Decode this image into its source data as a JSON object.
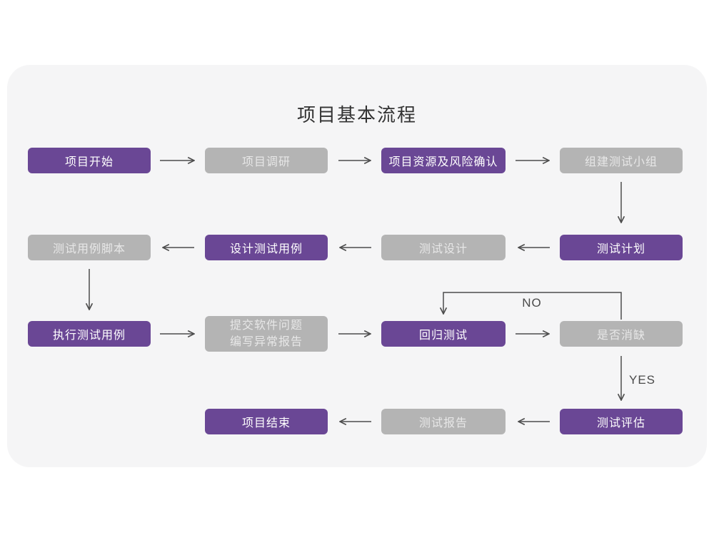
{
  "title": "项目基本流程",
  "colors": {
    "node_purple": "#6a4795",
    "node_gray": "#b4b4b4",
    "node_purple_text": "#ffffff",
    "node_gray_text": "#e7e7e7",
    "card_background": "#f5f5f6",
    "page_background": "#ffffff",
    "arrow": "#4d4d4d",
    "title_text": "#333333"
  },
  "nodes": [
    {
      "label": "项目开始",
      "type": "purple"
    },
    {
      "label": "项目调研",
      "type": "gray"
    },
    {
      "label": "项目资源及风险确认",
      "type": "purple"
    },
    {
      "label": "组建测试小组",
      "type": "gray"
    },
    {
      "label": "测试计划",
      "type": "purple"
    },
    {
      "label": "测试设计",
      "type": "gray"
    },
    {
      "label": "设计测试用例",
      "type": "purple"
    },
    {
      "label": "测试用例脚本",
      "type": "gray"
    },
    {
      "label": "执行测试用例",
      "type": "purple"
    },
    {
      "label": "提交软件问题\n编写异常报告",
      "type": "gray"
    },
    {
      "label": "回归测试",
      "type": "purple"
    },
    {
      "label": "是否消缺",
      "type": "gray"
    },
    {
      "label": "测试评估",
      "type": "purple"
    },
    {
      "label": "测试报告",
      "type": "gray"
    },
    {
      "label": "项目结束",
      "type": "purple"
    }
  ],
  "edge_labels": {
    "no": "NO",
    "yes": "YES"
  },
  "edges": [
    {
      "from": "项目开始",
      "to": "项目调研"
    },
    {
      "from": "项目调研",
      "to": "项目资源及风险确认"
    },
    {
      "from": "项目资源及风险确认",
      "to": "组建测试小组"
    },
    {
      "from": "组建测试小组",
      "to": "测试计划"
    },
    {
      "from": "测试计划",
      "to": "测试设计"
    },
    {
      "from": "测试设计",
      "to": "设计测试用例"
    },
    {
      "from": "设计测试用例",
      "to": "测试用例脚本"
    },
    {
      "from": "测试用例脚本",
      "to": "执行测试用例"
    },
    {
      "from": "执行测试用例",
      "to": "提交软件问题编写异常报告"
    },
    {
      "from": "提交软件问题编写异常报告",
      "to": "回归测试"
    },
    {
      "from": "回归测试",
      "to": "是否消缺"
    },
    {
      "from": "是否消缺",
      "to": "回归测试",
      "label": "NO"
    },
    {
      "from": "是否消缺",
      "to": "测试评估",
      "label": "YES"
    },
    {
      "from": "测试评估",
      "to": "测试报告"
    },
    {
      "from": "测试报告",
      "to": "项目结束"
    }
  ]
}
